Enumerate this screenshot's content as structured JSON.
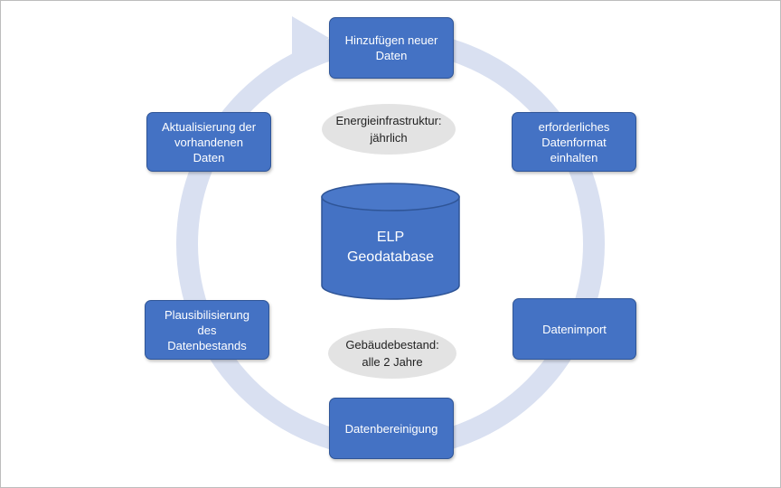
{
  "diagram": {
    "center": {
      "label": "ELP\nGeodatabase"
    },
    "ellipses": {
      "energy": "Energieinfrastruktur:\njährlich",
      "buildings": "Gebäudebestand:\nalle 2 Jahre"
    },
    "steps": [
      {
        "label": "Hinzufügen neuer\nDaten"
      },
      {
        "label": "erforderliches\nDatenformat\neinhalten"
      },
      {
        "label": "Datenimport"
      },
      {
        "label": "Datenbereinigung"
      },
      {
        "label": "Plausibilisierung\ndes\nDatenbestands"
      },
      {
        "label": "Aktualisierung der\nvorhandenen\nDaten"
      }
    ],
    "colors": {
      "box_fill": "#4472c4",
      "ring": "#d9e0f1",
      "ellipse_fill": "#e3e3e3"
    }
  }
}
